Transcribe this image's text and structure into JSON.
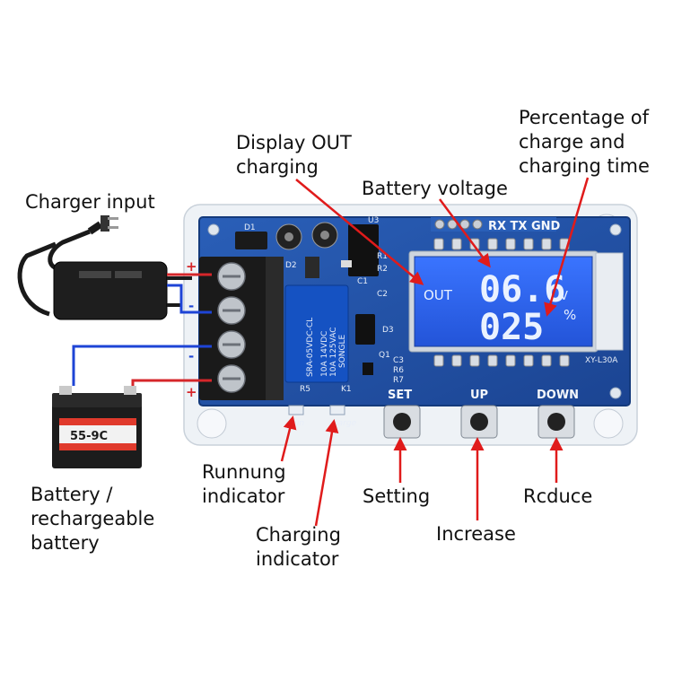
{
  "labels": {
    "charger_input": "Charger input",
    "display_out": [
      "Display OUT",
      "charging"
    ],
    "battery_voltage": "Battery voltage",
    "percentage": [
      "Percentage of",
      "charge and",
      "charging time"
    ],
    "battery": [
      "Battery /",
      "rechargeable",
      "battery"
    ],
    "running_indicator": [
      "Runnung",
      "indicator"
    ],
    "charging_indicator": [
      "Charging",
      "indicator"
    ],
    "setting": "Setting",
    "increase": "Increase",
    "reduce": "Rcduce"
  },
  "terminal_signs": {
    "plus_top": "+",
    "minus_upper": "-",
    "minus_lower": "-",
    "plus_bottom": "+"
  },
  "board": {
    "header_pins": "RX TX GND",
    "button_set": "SET",
    "button_up": "UP",
    "button_down": "DOWN",
    "led_run": "run",
    "led_charge": "charge",
    "relay_text": [
      "SRA-05VDC-CL",
      "SONGLE"
    ],
    "relay_rating": [
      "10A 14VDC",
      "10A 125VAC"
    ],
    "model": "XY-L30A",
    "refs": {
      "d1": "D1",
      "d2": "D2",
      "d3": "D3",
      "c1": "C1",
      "c2": "C2",
      "c3": "C3",
      "u3": "U3",
      "r1": "R1",
      "r2": "R2",
      "r5": "R5",
      "r6": "R6",
      "r7": "R7",
      "q1": "Q1",
      "k1": "K1"
    }
  },
  "lcd": {
    "out_label": "OUT",
    "voltage": "06.6",
    "voltage_unit": "V",
    "percent": "025",
    "percent_unit": "%"
  },
  "battery_sticker": {
    "brand": "55-9C"
  },
  "colors": {
    "arrow": "#e01b1b",
    "wire_red": "#d6262a",
    "wire_blue": "#1e44d6",
    "pcb": "#1f4fa3",
    "lcd": "#2f64f0"
  }
}
